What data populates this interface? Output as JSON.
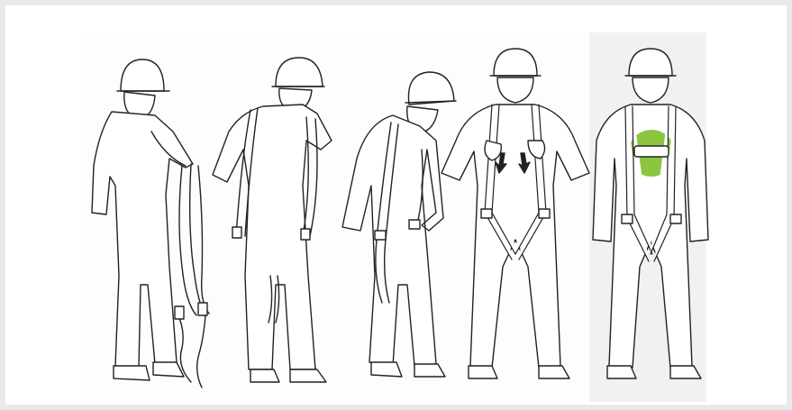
{
  "illustration": {
    "steps": [
      {
        "id": "step-1",
        "icon": "person-holding-harness-icon"
      },
      {
        "id": "step-2",
        "icon": "person-shouldering-harness-icon"
      },
      {
        "id": "step-3",
        "icon": "person-buckling-leg-strap-icon"
      },
      {
        "id": "step-4",
        "icon": "person-tightening-shoulder-straps-icon"
      },
      {
        "id": "step-5",
        "icon": "person-harness-fitted-icon"
      }
    ],
    "colors": {
      "background": "#e9e9ec",
      "panel": "#ffffff",
      "last_panel": "#f1f1f1",
      "accent": "#8cc641",
      "line": "#222222"
    }
  }
}
